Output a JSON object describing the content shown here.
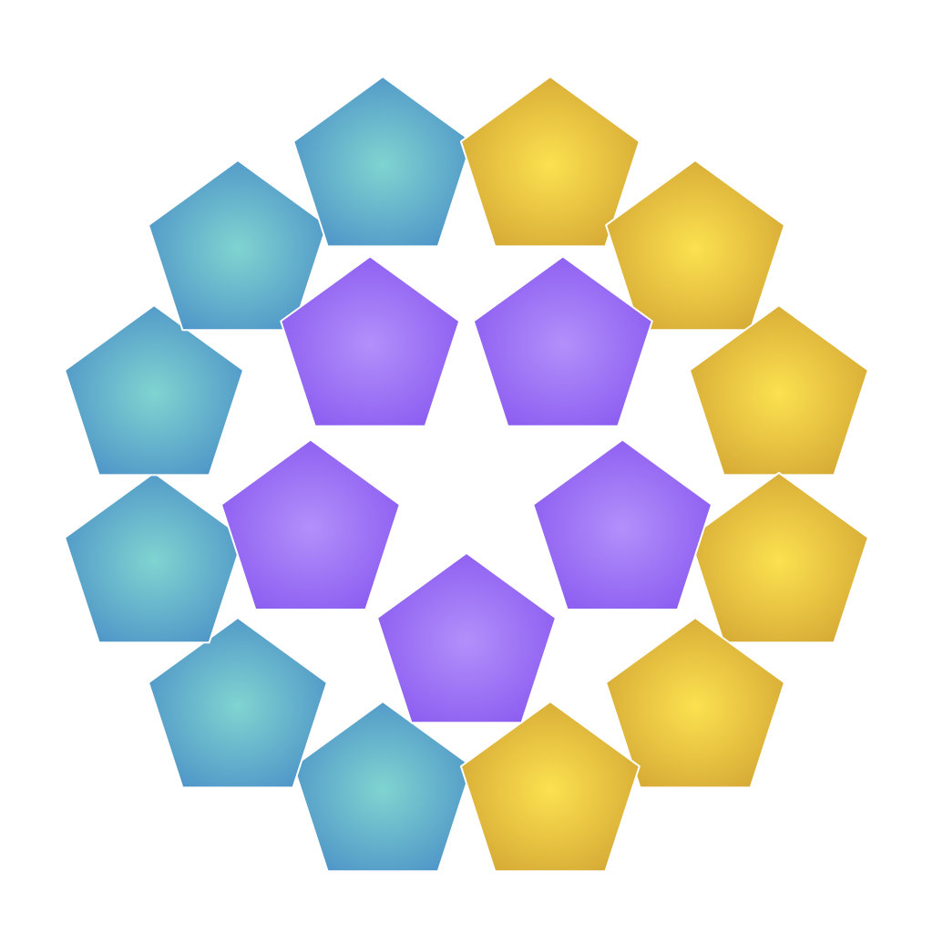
{
  "background_color": "#ffffff",
  "color_groups": [
    {
      "name": "teal",
      "center_color": "#80d4d0",
      "edge_color": "#4c92c8",
      "count": 6
    },
    {
      "name": "gold",
      "center_color": "#fce150",
      "edge_color": "#d4a734",
      "count": 6
    },
    {
      "name": "purple",
      "center_color": "#b290fa",
      "edge_color": "#8a5af0",
      "count": 5
    }
  ],
  "outer_ring": [
    "teal",
    "teal",
    "teal",
    "teal",
    "teal",
    "teal",
    "gold",
    "gold",
    "gold",
    "gold",
    "gold",
    "gold"
  ],
  "inner_ring": [
    "purple",
    "purple",
    "purple",
    "purple",
    "purple"
  ]
}
